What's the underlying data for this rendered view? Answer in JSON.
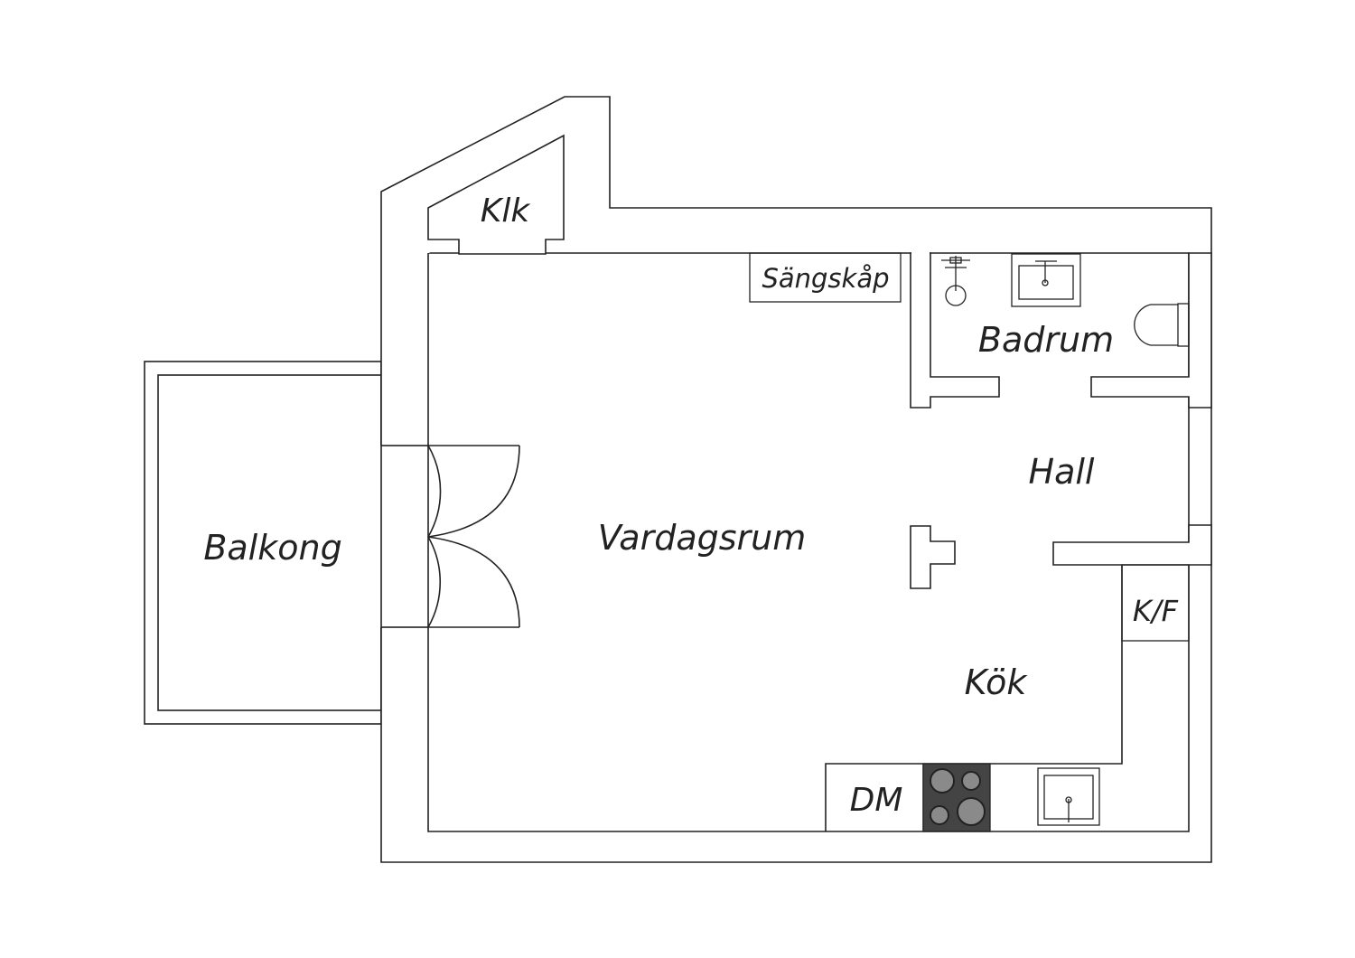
{
  "rooms": {
    "balcony": "Balkong",
    "closet": "Klk",
    "bed_cabinet": "Sängskåp",
    "bathroom": "Badrum",
    "hall": "Hall",
    "living_room": "Vardagsrum",
    "fridge_freezer": "K/F",
    "kitchen": "Kök",
    "dishwasher": "DM"
  },
  "colors": {
    "line": "#222222",
    "stove_fill": "#444444",
    "burner_fill": "#8a8a8a"
  }
}
